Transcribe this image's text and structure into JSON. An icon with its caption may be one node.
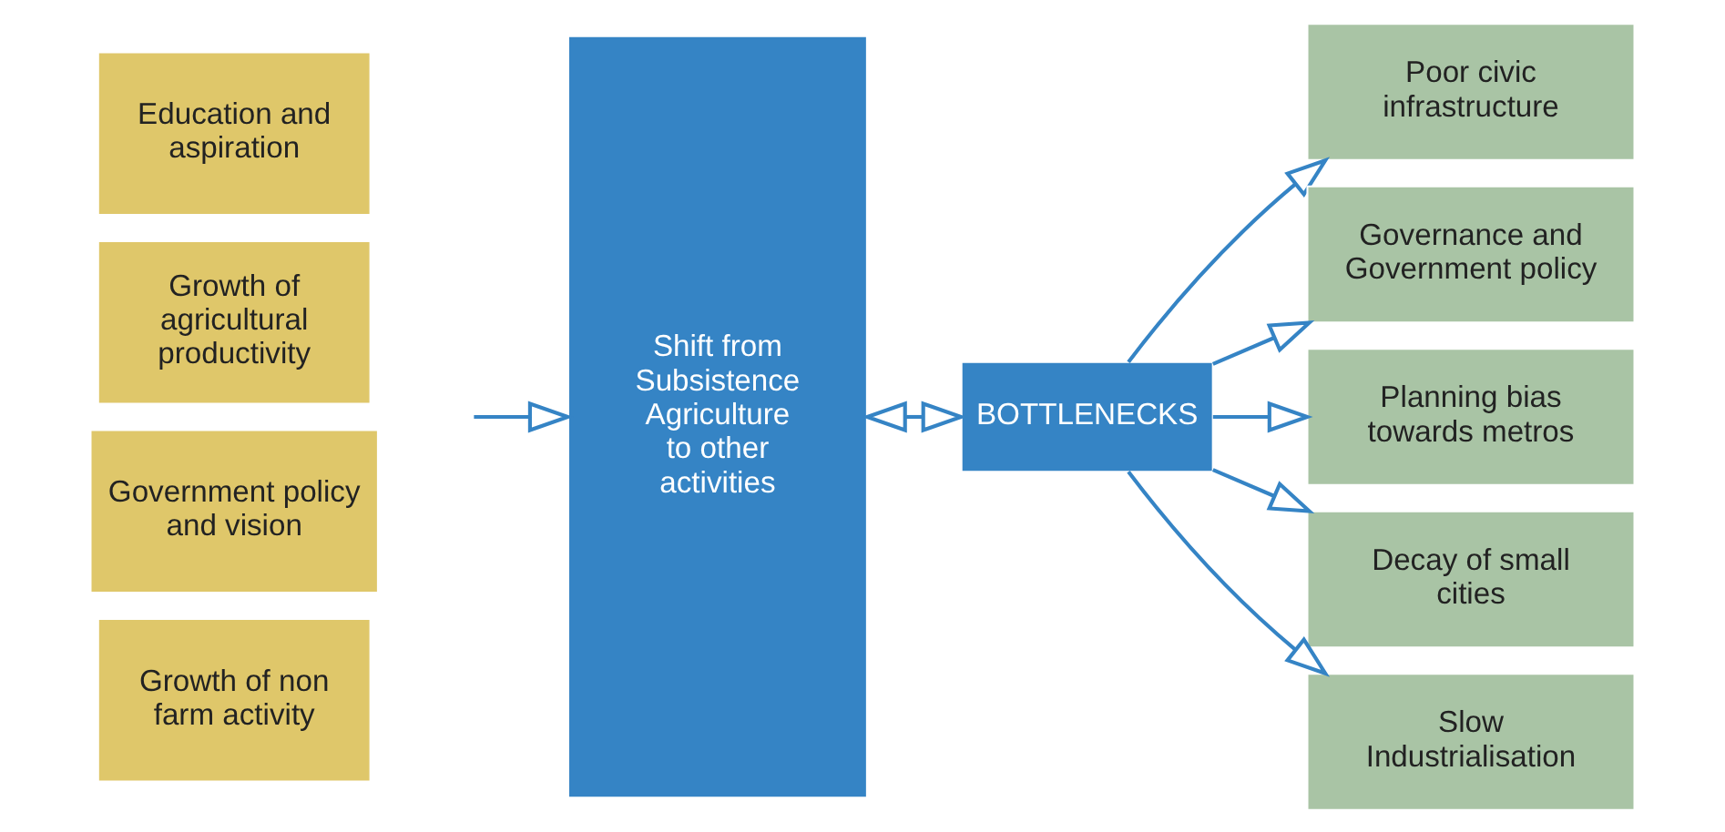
{
  "diagram": {
    "nodes": [
      {
        "text": [
          "Education and aspiration"
        ]
      },
      {
        "text": [
          "Growth of agricultural productivity"
        ]
      },
      {
        "text": [
          "Government policy and vision"
        ]
      },
      {
        "text": [
          "Growth of non farm activity"
        ]
      },
      {
        "text": [
          "Shift from Subsistence Agriculture to other activities"
        ]
      },
      {
        "text": [
          "BOTTLENECKS"
        ]
      },
      {
        "text": [
          "Poor civic infrastructure"
        ]
      },
      {
        "text": [
          "Governance and Government policy"
        ]
      },
      {
        "text": [
          "Planning bias towards metros"
        ]
      },
      {
        "text": [
          "Decay of small cities"
        ]
      },
      {
        "text": [
          "Slow Industrialisation"
        ]
      }
    ],
    "edges": [
      {
        "from": null,
        "to": 4,
        "arrow": "to"
      },
      {
        "from": 4,
        "to": 5,
        "arrow": "both"
      },
      {
        "from": 5,
        "to": 6,
        "arrow": "to"
      },
      {
        "from": 5,
        "to": 7,
        "arrow": "to"
      },
      {
        "from": 5,
        "to": 8,
        "arrow": "to"
      },
      {
        "from": 5,
        "to": 9,
        "arrow": "to"
      },
      {
        "from": 5,
        "to": 10,
        "arrow": "to"
      }
    ]
  }
}
